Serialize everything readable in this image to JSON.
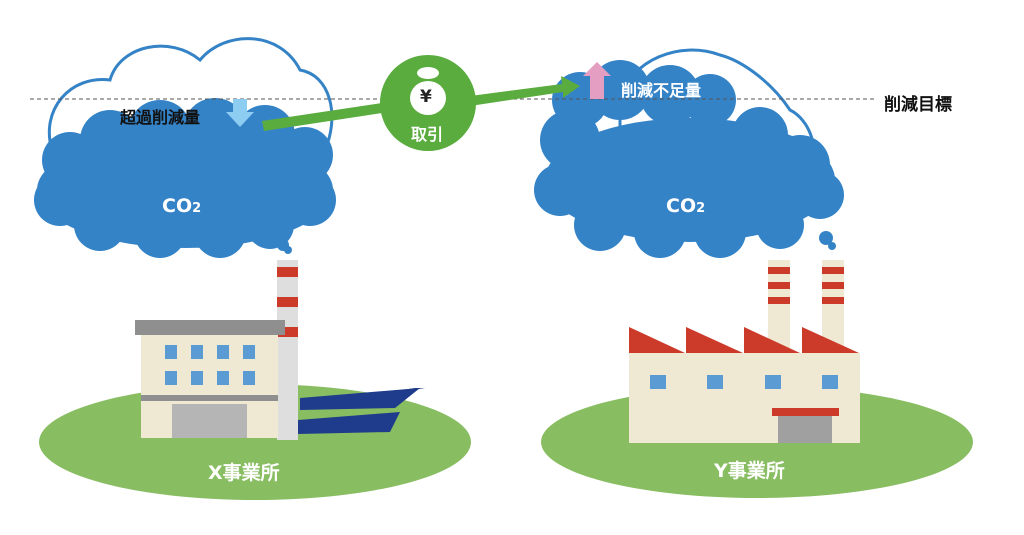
{
  "labels": {
    "excess_reduction": "超過削減量",
    "reduction_shortfall": "削減不足量",
    "reduction_target": "削減目標",
    "trade": "取引",
    "yen_symbol": "¥",
    "co2_left": "CO",
    "co2_right": "CO",
    "co2_subscript": "2",
    "site_x": "X事業所",
    "site_y": "Y事業所"
  },
  "colors": {
    "cloud_blue": "#3583c7",
    "ground_green": "#88bd62",
    "arrow_green": "#5aac3e",
    "trade_circle": "#5aac3e",
    "down_arrow": "#8dcdf2",
    "up_arrow": "#e49ec2",
    "stripe_red": "#cc3a2a",
    "building_cream": "#efe9d4",
    "window_blue": "#5b9bd4"
  }
}
